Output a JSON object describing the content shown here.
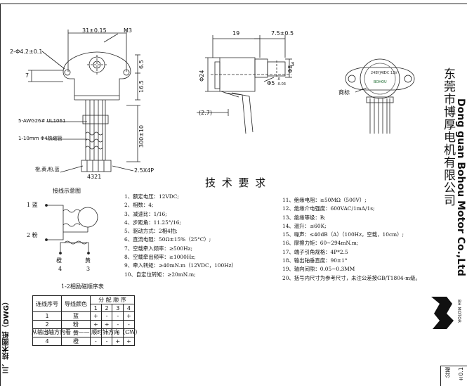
{
  "side_title": "三、技术图纸（DWG）",
  "top_view": {
    "dims": {
      "width_31": "31±0.15",
      "thread_m3": "M3",
      "holes": "2-Φ4.2±0.1",
      "dim_7": "7",
      "dim_16_5": "16.5",
      "dim_6_5": "6.5",
      "leadwire_type": "5-AWG26# UL1061",
      "heat_tube": "1-10mm Φ4热缩管",
      "lead_length": "300±10",
      "wire_colors": "橙,黄,粉,蓝",
      "connector": "2.5X4P",
      "pin_numbers": "4321"
    }
  },
  "side_view": {
    "dims": {
      "len_19": "19",
      "shaft_7_5": "7.5±0.5",
      "dia_24": "Φ24",
      "dim_2_7": "(2.7)",
      "shaft_dia": "Φ5",
      "shaft_tol_top": "-0",
      "shaft_tol_bot": "-0.03",
      "flat_3": "3",
      "dim_8": "Φ8"
    }
  },
  "label_view": {
    "label_text": "商标",
    "motor_model": "24BYJ48",
    "motor_voltage": "DC 12V",
    "motor_brand": "BOHOU"
  },
  "wiring": {
    "title": "接线示意图",
    "wire1": "1  蓝",
    "wire2": "2  粉",
    "wire3_name": "橙",
    "wire3_num": "4",
    "wire4_name": "黄",
    "wire4_num": "3"
  },
  "requirements": {
    "title": "技 术 要 求",
    "items_left": [
      "1、额定电压：12VDC;",
      "2、相数：4;",
      "3、减速比：1/16;",
      "4、步距角：11.25°/16;",
      "5、驱动方式：2相4拍;",
      "6、直流电阻：50Ω±15%（25°C）;",
      "7、空载牵入频率：≥500Hz;",
      "8、空载牵出频率：≥1000Hz;",
      "9、牵入转矩：≥40mN.m（12VDC，100Hz）",
      "10、自定位转矩：≥20mN.m;"
    ],
    "items_right": [
      "11、绝缘电阻：≥50MΩ（500V）;",
      "12、绝缘介电强度：600VAC/1mA/1s;",
      "13、绝缘等级：B;",
      "14、温升：≤60K;",
      "15、噪声：≤40dB（A）（100Hz，空载，10cm）;",
      "16、摩擦力矩：60~294mN.m;",
      "17、端子引角规格：4P*2.5",
      "18、输出轴垂直度：90±1°",
      "19、轴向间隙：0.05~0.3MM",
      "20、括号内尺寸为参考尺寸，未注公差按GB/T1804-m级。"
    ]
  },
  "sequence_table": {
    "title": "1-2相励磁顺序表",
    "headers": [
      "连线序号",
      "导线颜色",
      "分 配 顺 序"
    ],
    "step_headers": [
      "1",
      "2",
      "3",
      "4"
    ],
    "rows": [
      {
        "no": "1",
        "color": "蓝",
        "steps": [
          "+",
          "-",
          "-",
          "+"
        ]
      },
      {
        "no": "2",
        "color": "粉",
        "steps": [
          "+",
          "+",
          "-",
          "-"
        ]
      },
      {
        "no": "3",
        "color": "黄",
        "steps": [
          "-",
          "+",
          "+",
          "-"
        ]
      },
      {
        "no": "4",
        "color": "橙",
        "steps": [
          "-",
          "-",
          "+",
          "+"
        ]
      }
    ],
    "direction_note": "从输出轴方向看 ——— 顺时针方向（CW）"
  },
  "company": {
    "name_cn": "东莞市博厚电机有限公司",
    "name_en": "Dong guan Bohou Motor Co.,Ltd",
    "logo_text": "BH MOTOR"
  },
  "title_block": {
    "tolerance_label": "公差",
    "tolerance_value": "±0.1"
  }
}
